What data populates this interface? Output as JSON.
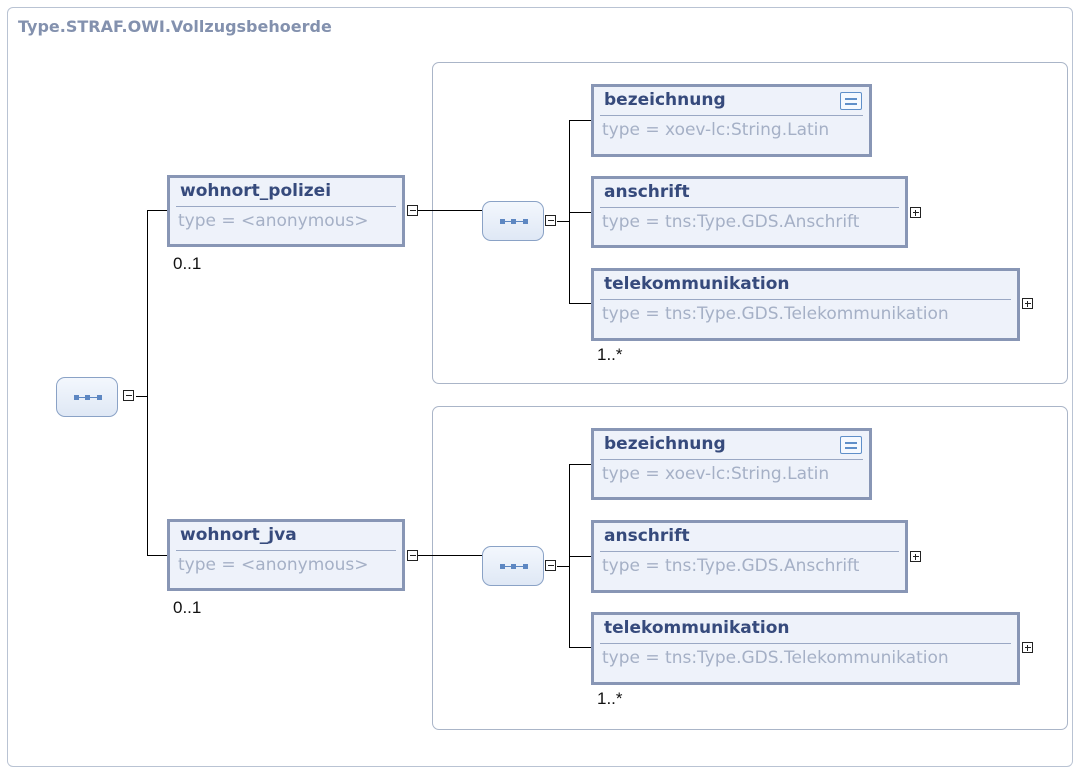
{
  "title": "Type.STRAF.OWI.Vollzugsbehoerde",
  "elements": {
    "wohnort_polizei": {
      "name": "wohnort_polizei",
      "type": "type = <anonymous>",
      "cardinality": "0..1"
    },
    "wohnort_jva": {
      "name": "wohnort_jva",
      "type": "type = <anonymous>",
      "cardinality": "0..1"
    }
  },
  "group1": {
    "bezeichnung": {
      "name": "bezeichnung",
      "type": "type = xoev-lc:String.Latin"
    },
    "anschrift": {
      "name": "anschrift",
      "type": "type = tns:Type.GDS.Anschrift"
    },
    "telekommunikation": {
      "name": "telekommunikation",
      "type": "type = tns:Type.GDS.Telekommunikation",
      "cardinality": "1..*"
    }
  },
  "group2": {
    "bezeichnung": {
      "name": "bezeichnung",
      "type": "type = xoev-lc:String.Latin"
    },
    "anschrift": {
      "name": "anschrift",
      "type": "type = tns:Type.GDS.Anschrift"
    },
    "telekommunikation": {
      "name": "telekommunikation",
      "type": "type = tns:Type.GDS.Telekommunikation",
      "cardinality": "1..*"
    }
  }
}
